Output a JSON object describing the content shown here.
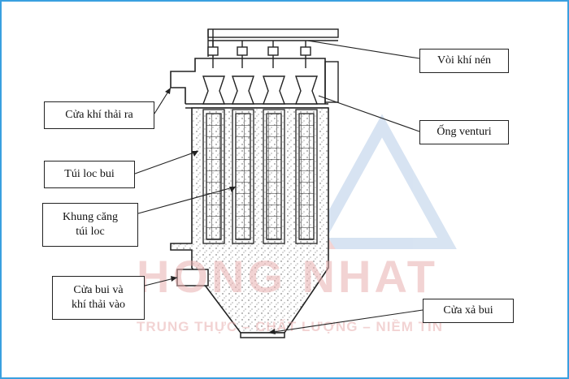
{
  "labels": {
    "exhaust_outlet": "Cửa khí thải ra",
    "filter_bag": "Túi loc bui",
    "cage_line1": "Khung căng",
    "cage_line2": "túi loc",
    "inlet_line1": "Cửa bui và",
    "inlet_line2": "khí thải vào",
    "compressed_air_nozzle": "Vòi khí nén",
    "venturi_tube": "Ống venturi",
    "dust_discharge": "Cửa xả bui"
  },
  "watermark": {
    "brand": "HONG NHAT",
    "slogan": "TRUNG THỰC – CHẤT LƯỢNG – NIỀM TIN"
  },
  "colors": {
    "frame_border": "#3aa0e0",
    "watermark_red": "#e8b0b0",
    "watermark_blue": "#b8cde8"
  }
}
